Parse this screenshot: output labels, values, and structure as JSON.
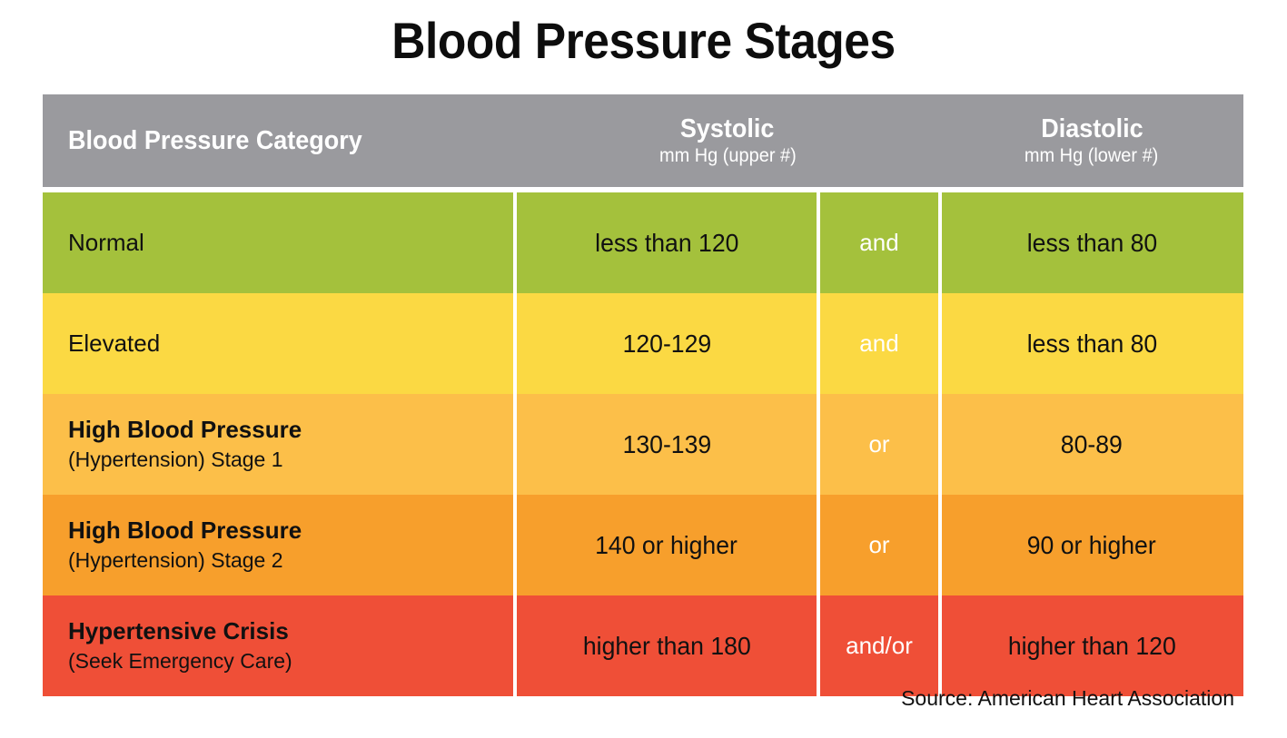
{
  "title": "Blood Pressure Stages",
  "table": {
    "headers": {
      "category": "Blood Pressure Category",
      "systolic_main": "Systolic",
      "systolic_sub": "mm Hg (upper #)",
      "diastolic_main": "Diastolic",
      "diastolic_sub": "mm Hg (lower #)"
    },
    "rows": [
      {
        "category_line1": "Normal",
        "category_line2": "",
        "systolic": "less than 120",
        "connector": "and",
        "diastolic": "less than 80",
        "color": "#a4c13c"
      },
      {
        "category_line1": "Elevated",
        "category_line2": "",
        "systolic": "120-129",
        "connector": "and",
        "diastolic": "less than 80",
        "color": "#fbd943"
      },
      {
        "category_line1": "High Blood Pressure",
        "category_line2": "(Hypertension) Stage 1",
        "systolic": "130-139",
        "connector": "or",
        "diastolic": "80-89",
        "color": "#fcbf49"
      },
      {
        "category_line1": "High Blood Pressure",
        "category_line2": "(Hypertension) Stage 2",
        "systolic": "140 or higher",
        "connector": "or",
        "diastolic": "90 or higher",
        "color": "#f79f2c"
      },
      {
        "category_line1": "Hypertensive Crisis",
        "category_line2": "(Seek Emergency Care)",
        "systolic": "higher than 180",
        "connector": "and/or",
        "diastolic": "higher than 120",
        "color": "#ef4f37"
      }
    ],
    "header_background": "#9a9a9e",
    "header_text_color": "#ffffff",
    "divider_color": "#ffffff"
  },
  "source": "Source: American Heart Association"
}
